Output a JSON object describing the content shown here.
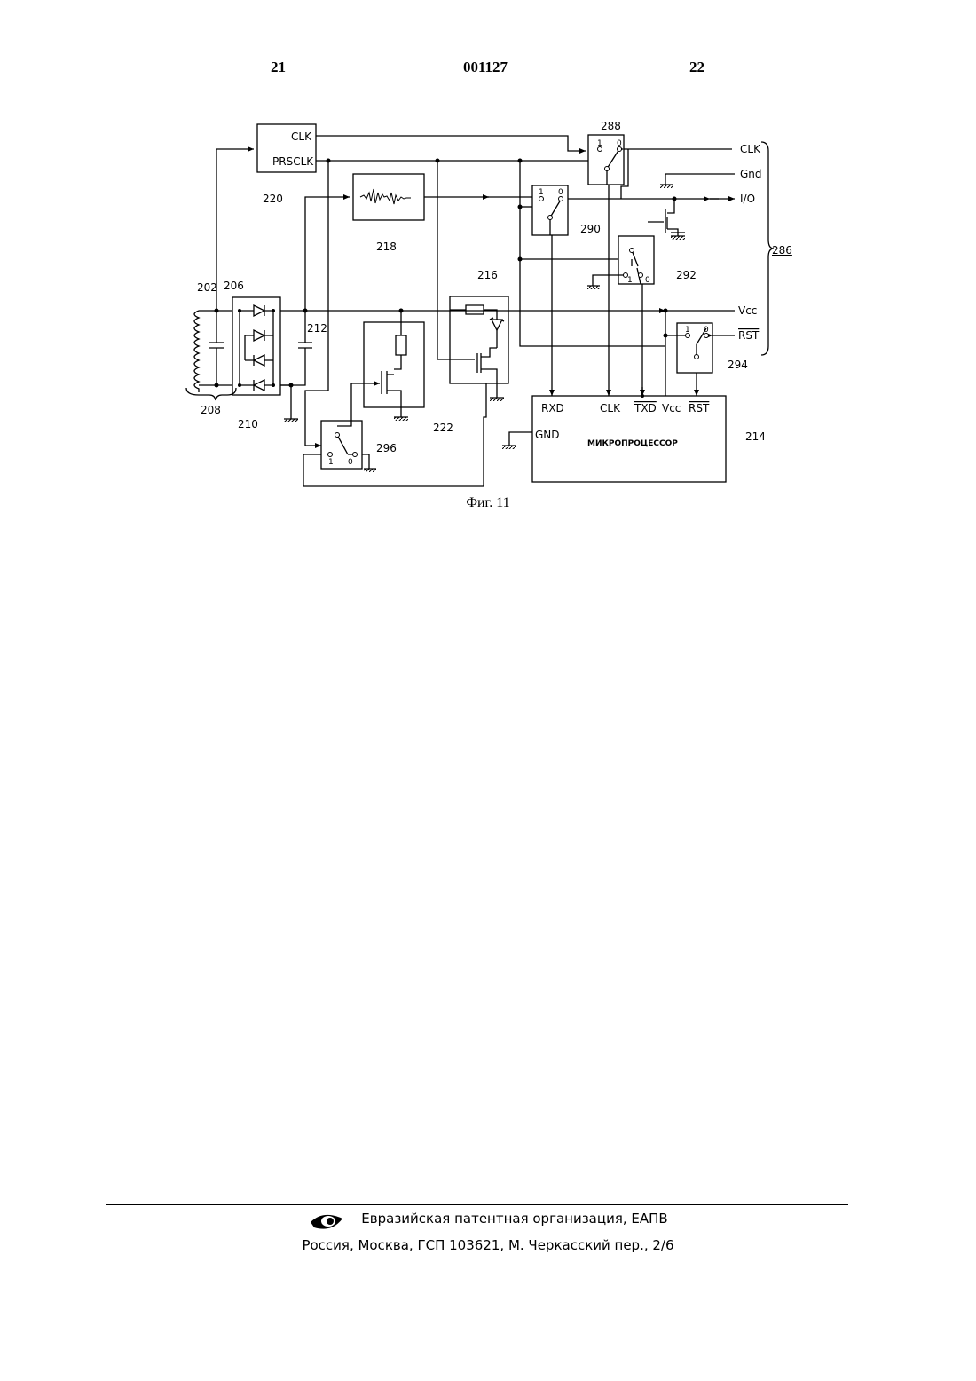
{
  "header": {
    "page_left": "21",
    "doc_number": "001127",
    "page_right": "22"
  },
  "figure": {
    "caption": "Фиг. 11",
    "refs": {
      "r202": "202",
      "r206": "206",
      "r208": "208",
      "r210": "210",
      "r212": "212",
      "r214": "214",
      "r216": "216",
      "r218": "218",
      "r220": "220",
      "r222": "222",
      "r286": "286",
      "r288": "288",
      "r290": "290",
      "r292": "292",
      "r294": "294",
      "r296": "296"
    },
    "block_220": {
      "clk": "CLK",
      "prsclk": "PRSCLK"
    },
    "mcu": {
      "title": "МИКРОПРОЦЕССОР",
      "pins": {
        "rxd": "RXD",
        "clk": "CLK",
        "txd": "TXD",
        "vcc": "Vcc",
        "rst": "RST",
        "gnd": "GND"
      }
    },
    "terminals": {
      "clk": "CLK",
      "gnd": "Gnd",
      "io": "I/O",
      "vcc": "Vcc",
      "rst": "RST"
    },
    "switch_marks": {
      "one": "1",
      "zero": "0"
    }
  },
  "footer": {
    "organization": "Евразийская патентная организация, ЕАПВ",
    "address": "Россия, Москва, ГСП 103621, М. Черкасский пер., 2/6",
    "logo_icon": "eapo-eye-logo-icon"
  }
}
